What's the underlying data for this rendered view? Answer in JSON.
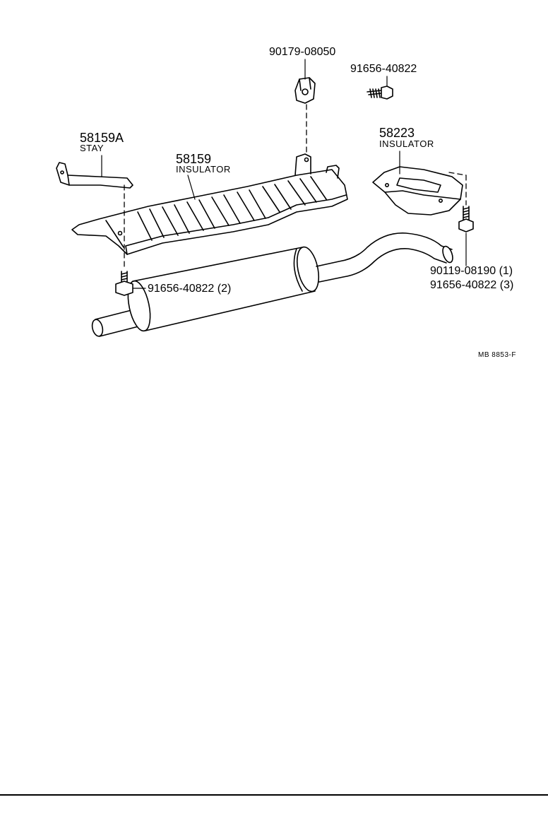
{
  "parts": {
    "nut_clip": {
      "number": "90179-08050"
    },
    "bolt_top": {
      "number": "91656-40822"
    },
    "stay": {
      "number": "58159A",
      "name": "STAY"
    },
    "insulator_main": {
      "number": "58159",
      "name": "INSULATOR"
    },
    "insulator_rear": {
      "number": "58223",
      "name": "INSULATOR"
    },
    "bolt_front": {
      "number": "91656-40822 (2)"
    },
    "bolt_rear_a": {
      "number": "90119-08190 (1)"
    },
    "bolt_rear_b": {
      "number": "91656-40822 (3)"
    }
  },
  "figure_code": "MB  8853-F",
  "colors": {
    "ink": "#000000",
    "paper": "#ffffff"
  }
}
